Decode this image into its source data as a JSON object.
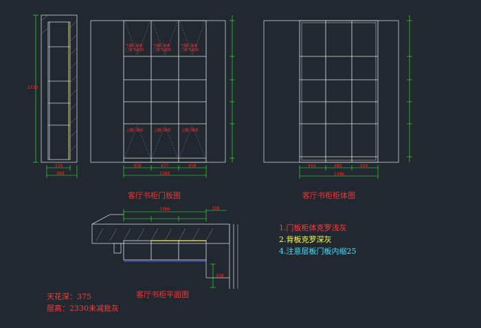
{
  "titles": {
    "door_elevation": "客厅书柜门板图",
    "body_elevation": "客厅书柜柜体图",
    "plan": "客厅书柜平面图"
  },
  "notes": [
    {
      "text": "1.门板柜体克罗浅灰",
      "color": "#ff3b3b"
    },
    {
      "text": "2.背板克罗深灰",
      "color": "#ffff40"
    },
    {
      "text": "4.注意层板门板内缩25",
      "color": "#40e0ff"
    }
  ],
  "ceiling": {
    "line1": "天花深：375",
    "line2": "层高：2330未减批灰"
  },
  "door_cell_notes": {
    "upper_left": "下翻门板折\n门板下盖30",
    "upper_mid": "下翻门板折\n门板下盖30",
    "upper_right": "下翻门板折\n门板下盖30",
    "lower_left": "上翻门板折",
    "lower_mid": "上翻门板折",
    "lower_right": "上翻门板折"
  },
  "dims": {
    "side_height": "2330",
    "side_depth_a": "335",
    "side_depth_total": "360",
    "door_w1": "458",
    "door_w2": "477",
    "door_w3": "458",
    "door_total": "1386",
    "body_w1": "434",
    "body_w2": "480",
    "body_w3": "434",
    "body_total": "1386",
    "plan_total": "1386",
    "plan_side": "328",
    "plan_depth": "358"
  },
  "colors": {
    "line_white": "#e6e6e6",
    "line_gray": "#9aa0a8",
    "dim_green": "#30ff30",
    "dim_text": "#ff3030",
    "accent_yellow": "#ffff40"
  }
}
